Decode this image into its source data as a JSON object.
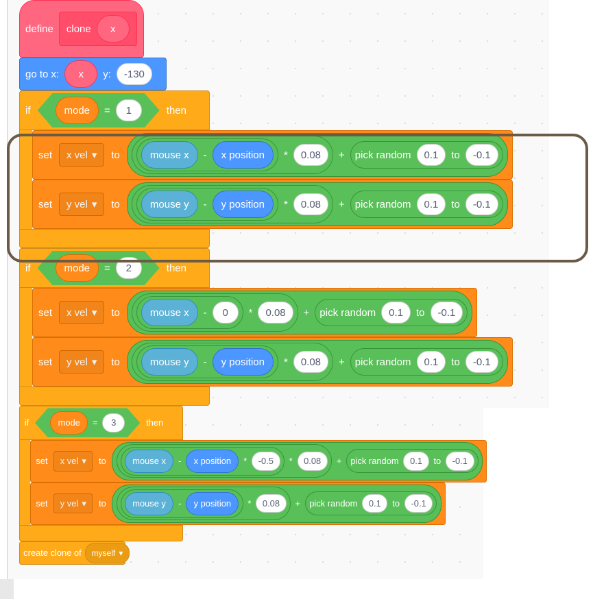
{
  "define": {
    "keyword": "define",
    "name": "clone",
    "param": "x"
  },
  "goto": {
    "label_x": "go to x:",
    "x": "x",
    "label_y": "y:",
    "y": "-130"
  },
  "if_blocks": [
    {
      "keyword": "if",
      "var": "mode",
      "op": "=",
      "value": "1",
      "then": "then",
      "statements": [
        {
          "set": "set",
          "var": "x vel",
          "to": "to",
          "expr": {
            "g": [
              {
                "g": [
                  {
                    "g": [
                      {
                        "r": "sensing",
                        "v": "mouse x"
                      },
                      {
                        "o": "-"
                      },
                      {
                        "r": "motion",
                        "v": "x position"
                      }
                    ]
                  },
                  {
                    "o": "*"
                  },
                  {
                    "n": "0.08"
                  }
                ]
              },
              {
                "o": "+"
              },
              {
                "g": [
                  {
                    "k": "pick random"
                  },
                  {
                    "n": "0.1"
                  },
                  {
                    "o": "to"
                  },
                  {
                    "n": "-0.1"
                  }
                ]
              }
            ]
          }
        },
        {
          "set": "set",
          "var": "y vel",
          "to": "to",
          "expr": {
            "g": [
              {
                "g": [
                  {
                    "g": [
                      {
                        "r": "sensing",
                        "v": "mouse y"
                      },
                      {
                        "o": "-"
                      },
                      {
                        "r": "motion",
                        "v": "y position"
                      }
                    ]
                  },
                  {
                    "o": "*"
                  },
                  {
                    "n": "0.08"
                  }
                ]
              },
              {
                "o": "+"
              },
              {
                "g": [
                  {
                    "k": "pick random"
                  },
                  {
                    "n": "0.1"
                  },
                  {
                    "o": "to"
                  },
                  {
                    "n": "-0.1"
                  }
                ]
              }
            ]
          }
        }
      ]
    },
    {
      "keyword": "if",
      "var": "mode",
      "op": "=",
      "value": "2",
      "then": "then",
      "statements": [
        {
          "set": "set",
          "var": "x vel",
          "to": "to",
          "expr": {
            "g": [
              {
                "g": [
                  {
                    "g": [
                      {
                        "r": "sensing",
                        "v": "mouse x"
                      },
                      {
                        "o": "-"
                      },
                      {
                        "n": "0"
                      }
                    ]
                  },
                  {
                    "o": "*"
                  },
                  {
                    "n": "0.08"
                  }
                ]
              },
              {
                "o": "+"
              },
              {
                "g": [
                  {
                    "k": "pick random"
                  },
                  {
                    "n": "0.1"
                  },
                  {
                    "o": "to"
                  },
                  {
                    "n": "-0.1"
                  }
                ]
              }
            ]
          }
        },
        {
          "set": "set",
          "var": "y vel",
          "to": "to",
          "expr": {
            "g": [
              {
                "g": [
                  {
                    "g": [
                      {
                        "r": "sensing",
                        "v": "mouse y"
                      },
                      {
                        "o": "-"
                      },
                      {
                        "r": "motion",
                        "v": "y position"
                      }
                    ]
                  },
                  {
                    "o": "*"
                  },
                  {
                    "n": "0.08"
                  }
                ]
              },
              {
                "o": "+"
              },
              {
                "g": [
                  {
                    "k": "pick random"
                  },
                  {
                    "n": "0.1"
                  },
                  {
                    "o": "to"
                  },
                  {
                    "n": "-0.1"
                  }
                ]
              }
            ]
          }
        }
      ]
    },
    {
      "keyword": "if",
      "var": "mode",
      "op": "=",
      "value": "3",
      "then": "then",
      "small": true,
      "statements": [
        {
          "set": "set",
          "var": "x vel",
          "to": "to",
          "expr": {
            "g": [
              {
                "g": [
                  {
                    "g": [
                      {
                        "r": "sensing",
                        "v": "mouse x"
                      },
                      {
                        "o": "-"
                      },
                      {
                        "r": "motion",
                        "v": "x position"
                      },
                      {
                        "o": "*"
                      },
                      {
                        "n": "-0.5"
                      }
                    ]
                  },
                  {
                    "o": "*"
                  },
                  {
                    "n": "0.08"
                  }
                ]
              },
              {
                "o": "+"
              },
              {
                "g": [
                  {
                    "k": "pick random"
                  },
                  {
                    "n": "0.1"
                  },
                  {
                    "o": "to"
                  },
                  {
                    "n": "-0.1"
                  }
                ]
              }
            ]
          }
        },
        {
          "set": "set",
          "var": "y vel",
          "to": "to",
          "expr": {
            "g": [
              {
                "g": [
                  {
                    "g": [
                      {
                        "r": "sensing",
                        "v": "mouse y"
                      },
                      {
                        "o": "-"
                      },
                      {
                        "r": "motion",
                        "v": "y position"
                      }
                    ]
                  },
                  {
                    "o": "*"
                  },
                  {
                    "n": "0.08"
                  }
                ]
              },
              {
                "o": "+"
              },
              {
                "g": [
                  {
                    "k": "pick random"
                  },
                  {
                    "n": "0.1"
                  },
                  {
                    "o": "to"
                  },
                  {
                    "n": "-0.1"
                  }
                ]
              }
            ]
          }
        }
      ]
    }
  ],
  "create_clone": {
    "label": "create clone of",
    "target": "myself"
  },
  "icons": {
    "dropdown": "▾"
  }
}
